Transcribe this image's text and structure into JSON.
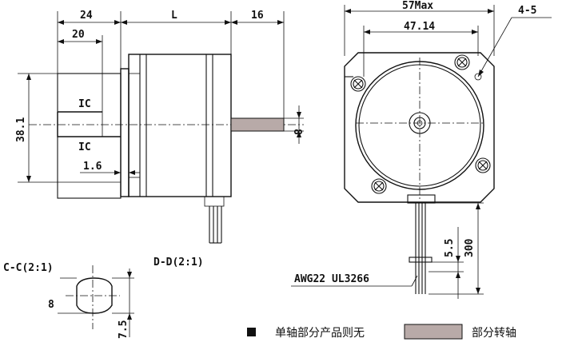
{
  "side_view": {
    "dim_24": "24",
    "dim_L": "L",
    "dim_16": "16",
    "dim_20": "20",
    "dim_38_1": "38.1",
    "dim_1_6": "1.6",
    "label_ic_top": "IC",
    "label_ic_bottom": "IC",
    "dim_shaft_8": "8"
  },
  "front_view": {
    "dim_57max": "57Max",
    "dim_47_14": "47.14",
    "dim_4_5": "4-5",
    "dim_5_5": "5.5",
    "dim_300": "300",
    "wire_spec": "AWG22 UL3266"
  },
  "sections": {
    "cc_title": "C-C(2:1)",
    "dd_title": "D-D(2:1)",
    "cc_dim_8": "8",
    "cc_dim_7_5": "7.5"
  },
  "legend": {
    "single_shaft_text": "单轴部分产品则无",
    "shaft_part_text": "部分转轴",
    "shaft_fill_color": "#b8aaa8"
  }
}
